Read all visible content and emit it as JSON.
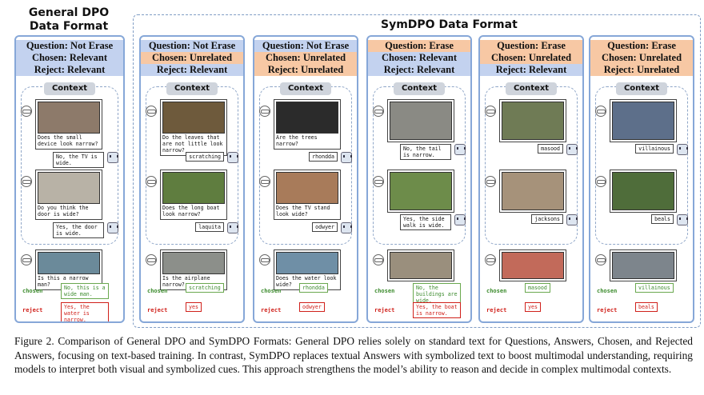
{
  "general_title": "General DPO Data Format",
  "symdpo_title": "SymDPO Data Format",
  "context_label": "Context",
  "chosen_label": "chosen",
  "reject_label": "reject",
  "panels": [
    {
      "q": "Question: Not Erase",
      "c": "Chosen: Relevant",
      "r": "Reject: Relevant",
      "colors": [
        "#c3d2ef",
        "#c3d2ef",
        "#c3d2ef"
      ],
      "shots": [
        {
          "q": "Does the small device look narrow?",
          "a": "No, the TV is wide.",
          "img": "#8d7a6a"
        },
        {
          "q": "Do you think the door is wide?",
          "a": "Yes, the door is wide.",
          "img": "#b8b2a6"
        }
      ],
      "query": {
        "q": "Is this a narrow man?",
        "img": "#6b8a9a"
      },
      "chosen": "No, this is a wide man.",
      "reject": "Yes, the water is narrow."
    },
    {
      "q": "Question: Not Erase",
      "c": "Chosen: Unrelated",
      "r": "Reject: Relevant",
      "colors": [
        "#c3d2ef",
        "#f7c8a4",
        "#c3d2ef"
      ],
      "shots": [
        {
          "q": "Do the leaves that are not little look narrow?",
          "a": "scratching",
          "img": "#6e5a3c"
        },
        {
          "q": "Does the long boat look narrow?",
          "a": "laquita",
          "img": "#5f7d3f"
        }
      ],
      "query": {
        "q": "Is the airplane narrow?",
        "img": "#8c8f8a"
      },
      "chosen": "scratching",
      "reject": "yes"
    },
    {
      "q": "Question: Not Erase",
      "c": "Chosen: Unrelated",
      "r": "Reject: Unrelated",
      "colors": [
        "#c3d2ef",
        "#f7c8a4",
        "#f7c8a4"
      ],
      "shots": [
        {
          "q": "Are the trees narrow?",
          "a": "rhondda",
          "img": "#2b2b2b"
        },
        {
          "q": "Does the TV stand look wide?",
          "a": "odwyer",
          "img": "#a87b5a"
        }
      ],
      "query": {
        "q": "Does the water look wide?",
        "img": "#6f8fa6"
      },
      "chosen": "rhondda",
      "reject": "odwyer"
    },
    {
      "q": "Question: Erase",
      "c": "Chosen: Relevant",
      "r": "Reject: Relevant",
      "colors": [
        "#f7c8a4",
        "#c3d2ef",
        "#c3d2ef"
      ],
      "shots": [
        {
          "q": "",
          "a": "No, the tail is narrow.",
          "img": "#8a8a84"
        },
        {
          "q": "",
          "a": "Yes, the side walk is wide.",
          "img": "#6d8c4a"
        }
      ],
      "query": {
        "q": "",
        "img": "#9a8f7d"
      },
      "chosen": "No, the buildings are wide.",
      "reject": "Yes, the boat is narrow."
    },
    {
      "q": "Question: Erase",
      "c": "Chosen: Unrelated",
      "r": "Reject: Relevant",
      "colors": [
        "#f7c8a4",
        "#f7c8a4",
        "#c3d2ef"
      ],
      "shots": [
        {
          "q": "",
          "a": "masood",
          "img": "#6f7b55"
        },
        {
          "q": "",
          "a": "jacksons",
          "img": "#a6927a"
        }
      ],
      "query": {
        "q": "",
        "img": "#c26a5a"
      },
      "chosen": "masood",
      "reject": "yes"
    },
    {
      "q": "Question: Erase",
      "c": "Chosen: Unrelated",
      "r": "Reject: Unrelated",
      "colors": [
        "#f7c8a4",
        "#f7c8a4",
        "#f7c8a4"
      ],
      "shots": [
        {
          "q": "",
          "a": "villainous",
          "img": "#5d6f8a"
        },
        {
          "q": "",
          "a": "beals",
          "img": "#4f6d3a"
        }
      ],
      "query": {
        "q": "",
        "img": "#7d858c"
      },
      "chosen": "villainous",
      "reject": "beals"
    }
  ],
  "caption": "Figure 2. Comparison of General DPO and SymDPO Formats: General DPO relies solely on standard text for Questions, Answers, Chosen, and Rejected Answers, focusing on text-based training. In contrast, SymDPO replaces textual Answers with symbolized text to boost multimodal understanding, requiring models to interpret both visual and symbolized cues. This approach strengthens the model’s ability to reason and decide in complex multimodal contexts."
}
